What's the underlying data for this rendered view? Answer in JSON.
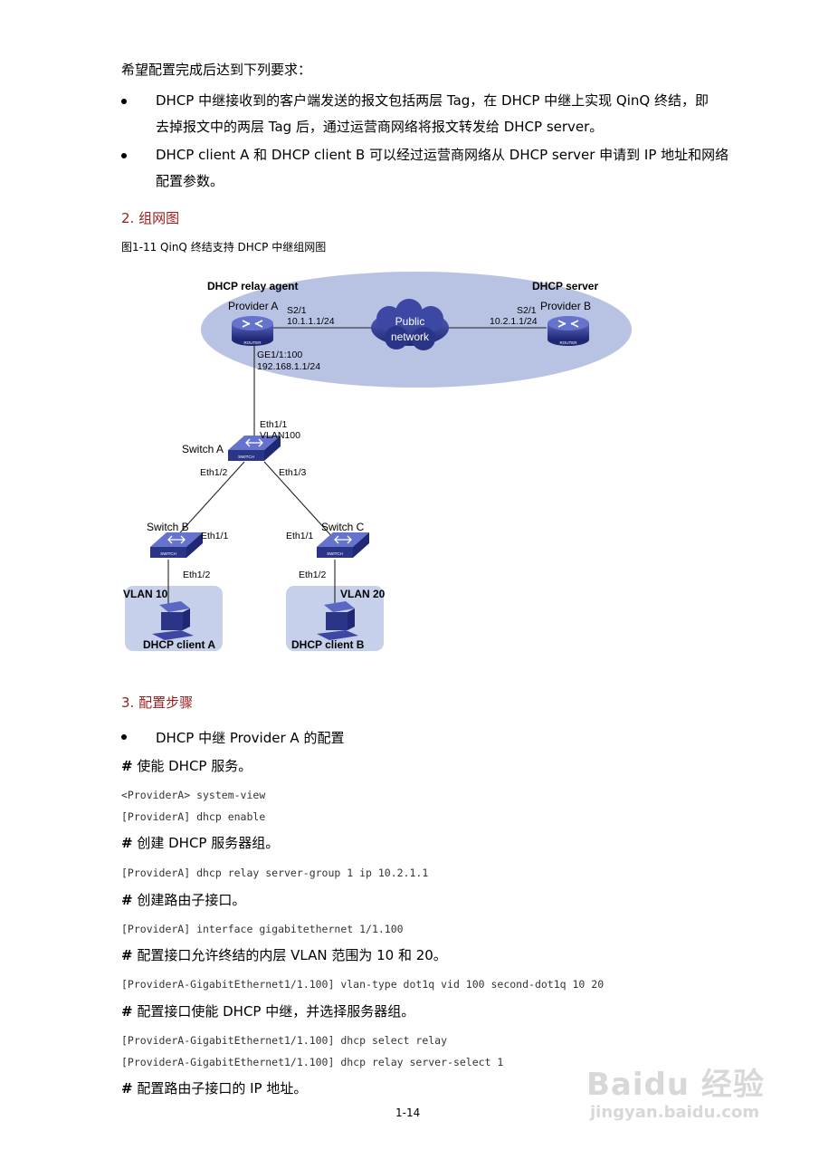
{
  "intro": "希望配置完成后达到下列要求：",
  "bullets": [
    {
      "line1": "DHCP 中继接收到的客户端发送的报文包括两层 Tag，在 DHCP 中继上实现 QinQ 终结，即",
      "line2": "去掉报文中的两层 Tag 后，通过运营商网络将报文转发给 DHCP server。"
    },
    {
      "line1": "DHCP client A 和 DHCP client B 可以经过运营商网络从 DHCP server 申请到 IP 地址和网络",
      "line2": "配置参数。"
    }
  ],
  "section2": "2. 组网图",
  "figure_caption": "图1-11  QinQ 终结支持 DHCP 中继组网图",
  "diagram": {
    "relay_agent": "DHCP relay agent",
    "server": "DHCP server",
    "provider_a": "Provider A",
    "provider_b": "Provider B",
    "router_label": "ROUTER",
    "switch_label": "SWITCH",
    "pa_s21": "S2/1",
    "pa_ip": "10.1.1.1/24",
    "pb_s21": "S2/1",
    "pb_ip": "10.2.1.1/24",
    "cloud_line1": "Public",
    "cloud_line2": "network",
    "ge_if": "GE1/1:100",
    "ge_ip": "192.168.1.1/24",
    "sa_eth11": "Eth1/1",
    "sa_vlan": "VLAN100",
    "switch_a": "Switch A",
    "sa_eth12": "Eth1/2",
    "sa_eth13": "Eth1/3",
    "switch_b": "Switch B",
    "sb_eth11": "Eth1/1",
    "sb_eth12": "Eth1/2",
    "switch_c": "Switch C",
    "sc_eth11": "Eth1/1",
    "sc_eth12": "Eth1/2",
    "vlan10": "VLAN 10",
    "vlan20": "VLAN 20",
    "client_a": "DHCP client A",
    "client_b": "DHCP client B"
  },
  "section3": "3. 配置步骤",
  "step_bullet": "DHCP 中继 Provider A 的配置",
  "steps": {
    "s1_hash": "#",
    "s1": " 使能 DHCP 服务。",
    "c1": "<ProviderA> system-view",
    "c2": "[ProviderA] dhcp enable",
    "s2_hash": "#",
    "s2": " 创建 DHCP 服务器组。",
    "c3": "[ProviderA] dhcp relay server-group 1 ip 10.2.1.1",
    "s3_hash": "#",
    "s3": " 创建路由子接口。",
    "c4": "[ProviderA] interface gigabitethernet 1/1.100",
    "s4_hash": "#",
    "s4": " 配置接口允许终结的内层 VLAN 范围为 10 和 20。",
    "c5": "[ProviderA-GigabitEthernet1/1.100] vlan-type dot1q vid 100 second-dot1q 10 20",
    "s5_hash": "#",
    "s5": " 配置接口使能 DHCP 中继，并选择服务器组。",
    "c6": "[ProviderA-GigabitEthernet1/1.100] dhcp select relay",
    "c7": "[ProviderA-GigabitEthernet1/1.100] dhcp relay server-select 1",
    "s6_hash": "#",
    "s6": " 配置路由子接口的 IP 地址。"
  },
  "page_number": "1-14",
  "watermark": {
    "brand": "Baidu 经验",
    "url": "jingyan.baidu.com"
  },
  "colors": {
    "heading": "#9b1c1c",
    "device": "#2f3a8c",
    "zone": "#b8c3e3"
  }
}
